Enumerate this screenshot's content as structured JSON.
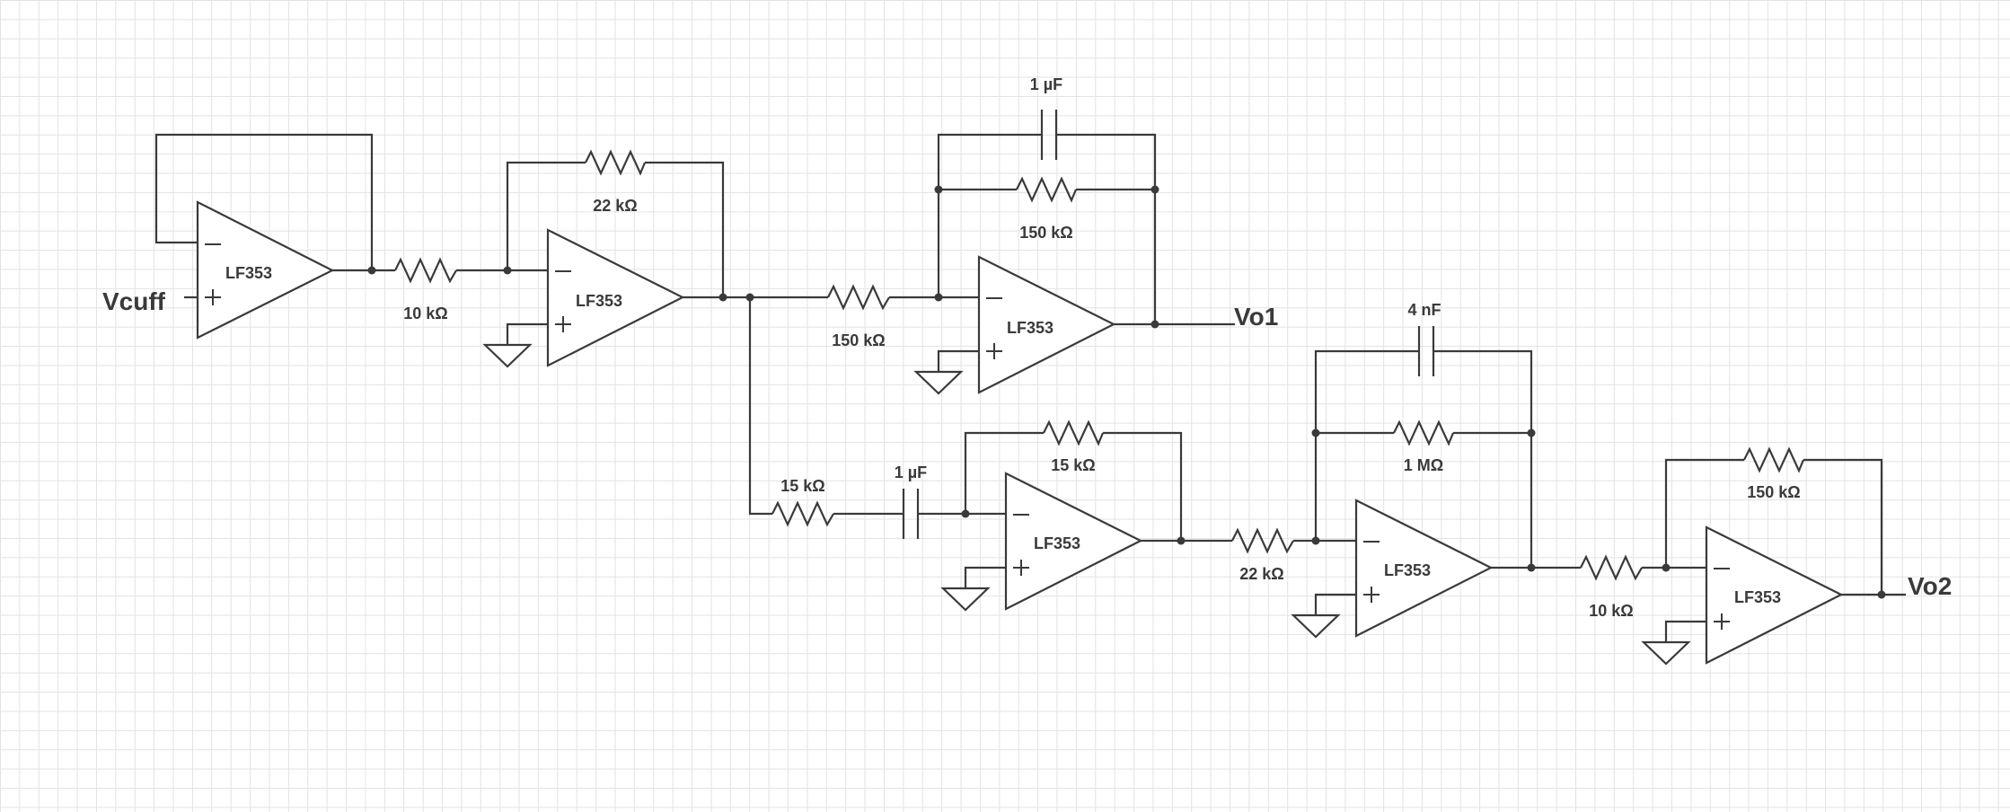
{
  "io": {
    "input": "Vcuff",
    "output1": "Vo1",
    "output2": "Vo2"
  },
  "opamps": {
    "u1": "LF353",
    "u2": "LF353",
    "u3": "LF353",
    "u4": "LF353",
    "u5": "LF353",
    "u6": "LF353"
  },
  "resistors": {
    "r_input": "10 kΩ",
    "r_fb_u2": "22 kΩ",
    "r_in_u3": "150 kΩ",
    "r_fb_u3": "150 kΩ",
    "r_in_u4": "15 kΩ",
    "r_fb_u4": "15 kΩ",
    "r_in_u5": "22 kΩ",
    "r_fb_u5": "1 MΩ",
    "r_in_u6": "10 kΩ",
    "r_fb_u6": "150 kΩ"
  },
  "capacitors": {
    "c_fb_u3": "1 µF",
    "c_in_u4": "1 µF",
    "c_fb_u5": "4 nF"
  },
  "colors": {
    "line": "#3a3a3a",
    "grid": "#e3e3e3",
    "background": "#ffffff"
  }
}
